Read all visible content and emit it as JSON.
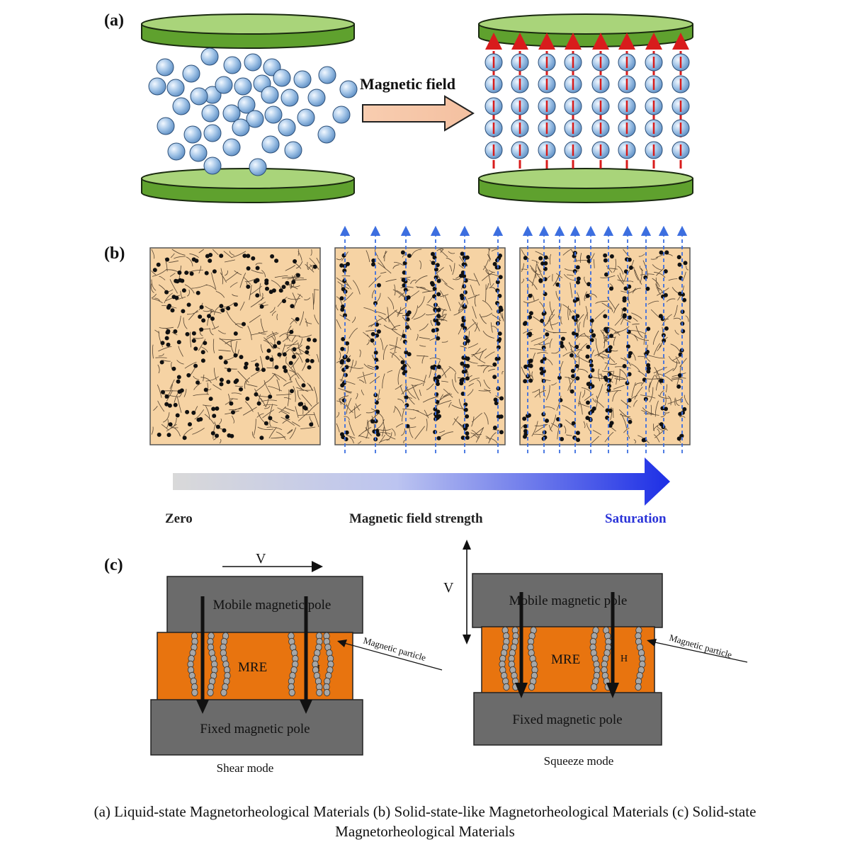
{
  "panel_a": {
    "label": "(a)",
    "arrow_label": "Magnetic field"
  },
  "panel_b": {
    "label": "(b)",
    "scale_start": "Zero",
    "scale_title": "Magnetic field strength",
    "scale_end": "Saturation"
  },
  "panel_c": {
    "label": "(c)",
    "shear": {
      "velocity_label": "V",
      "top_pole": "Mobile magnetic pole",
      "material": "MRE",
      "field_label": "H",
      "particle_label": "Magnetic particle",
      "bottom_pole": "Fixed magnetic pole",
      "mode": "Shear mode"
    },
    "squeeze": {
      "velocity_label": "V",
      "top_pole": "Mobile magnetic pole",
      "material": "MRE",
      "field_label": "H",
      "particle_label": "Magnetic particle",
      "bottom_pole": "Fixed magnetic pole",
      "mode": "Squeeze mode"
    }
  },
  "caption": {
    "line1": "(a) Liquid-state Magnetorheological Materials (b) Solid-state-like Magnetorheological Materials (c) Solid-state",
    "line2": "Magnetorheological Materials"
  },
  "colors": {
    "plate_green": "#7fbf3f",
    "plate_green_top": "#a9d47a",
    "sphere_blue": "#8fb7e0",
    "field_red": "#d81c1c",
    "matrix_tan": "#f6d3a4",
    "field_blue": "#3d6fe0",
    "mre_orange": "#e8740f",
    "pole_gray": "#6b6b6b"
  }
}
